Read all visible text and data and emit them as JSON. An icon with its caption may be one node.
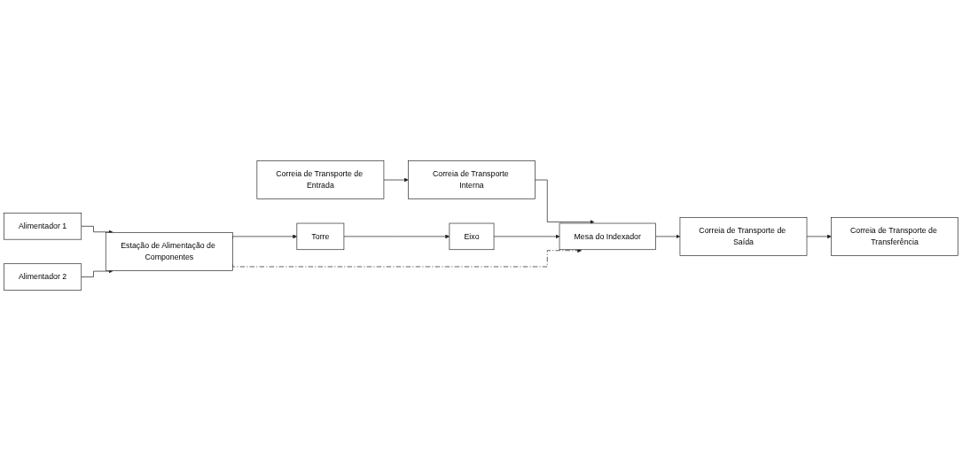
{
  "diagram": {
    "nodes": [
      {
        "text": [
          "Correia de Transporte de Entrada"
        ]
      },
      {
        "text": [
          "Correia de Transporte Interna"
        ]
      },
      {
        "text": [
          "Mesa do Indexador"
        ]
      },
      {
        "text": [
          "Correia de Transporte de Saída"
        ]
      },
      {
        "text": [
          "Correia de Transporte de Transferência"
        ]
      },
      {
        "text": [
          "Torre"
        ]
      },
      {
        "text": [
          "Eixo"
        ]
      },
      {
        "text": [
          "Estação de Alimentação de Componentes"
        ]
      },
      {
        "text": [
          "Alimentador 1"
        ]
      },
      {
        "text": [
          "Alimentador 2"
        ]
      }
    ],
    "edges": [
      {
        "from": 0,
        "to": 1,
        "arrow": "to"
      },
      {
        "from": 1,
        "to": 2,
        "arrow": "to"
      },
      {
        "from": 2,
        "to": 3,
        "arrow": "to"
      },
      {
        "from": 3,
        "to": 4,
        "arrow": "to"
      },
      {
        "from": 6,
        "to": 2,
        "arrow": "to"
      },
      {
        "from": 7,
        "to": 2,
        "arrow": "to",
        "style": "dashed"
      },
      {
        "from": 7,
        "to": 5,
        "arrow": "to"
      },
      {
        "from": 5,
        "to": 6,
        "arrow": "to"
      },
      {
        "from": 8,
        "to": 7,
        "arrow": "to"
      },
      {
        "from": 9,
        "to": 7,
        "arrow": "to"
      }
    ]
  }
}
